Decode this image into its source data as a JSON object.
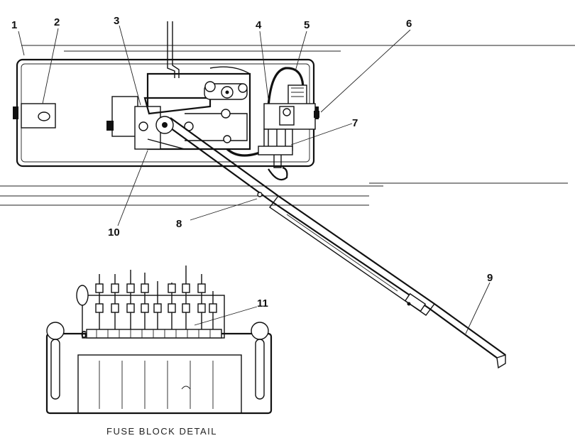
{
  "callouts": {
    "c1": "1",
    "c2": "2",
    "c3": "3",
    "c4": "4",
    "c5": "5",
    "c6": "6",
    "c7": "7",
    "c8": "8",
    "c9": "9",
    "c10": "10",
    "c11": "11"
  },
  "fuse_block": {
    "caption": "FUSE BLOCK DETAIL",
    "index_label": "6"
  }
}
